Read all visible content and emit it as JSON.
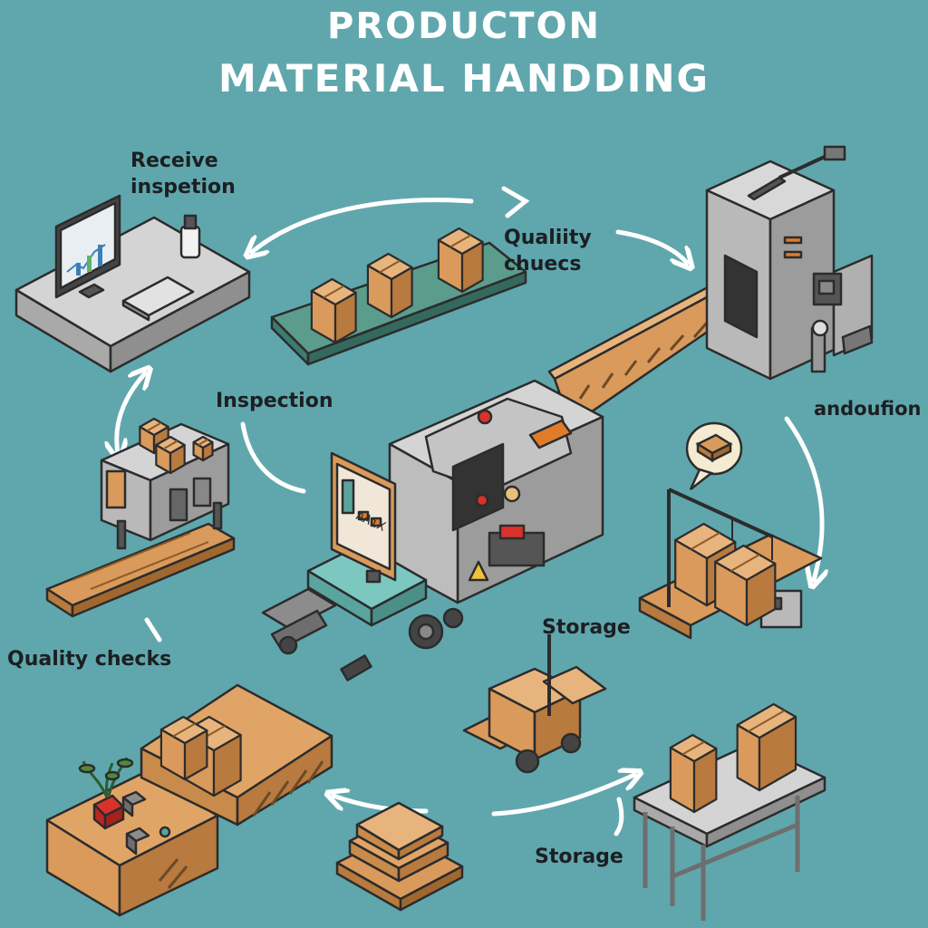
{
  "title": {
    "line1": "PRODUCTON",
    "line2": "MATERIAL HANDDING"
  },
  "labels": {
    "receive_line1": "Receive",
    "receive_line2": "inspetion",
    "quality_top_line1": "Qualiity",
    "quality_top_line2": "chuecs",
    "inspection": "Inspection",
    "andoufion": "andoufion",
    "storage_mid": "Storage",
    "quality_bottom": "Quality checks",
    "storage_bottom": "Storage"
  },
  "sign_text": "AAiX",
  "colors": {
    "background": "#5fa7ad",
    "box": "#d99a5b",
    "box_dark": "#b87a3f",
    "machine": "#c9c9c9",
    "machine_dark": "#9a9a9a",
    "outline": "#2c2c2c",
    "arrow": "#ffffff",
    "accent_red": "#d9322b"
  }
}
